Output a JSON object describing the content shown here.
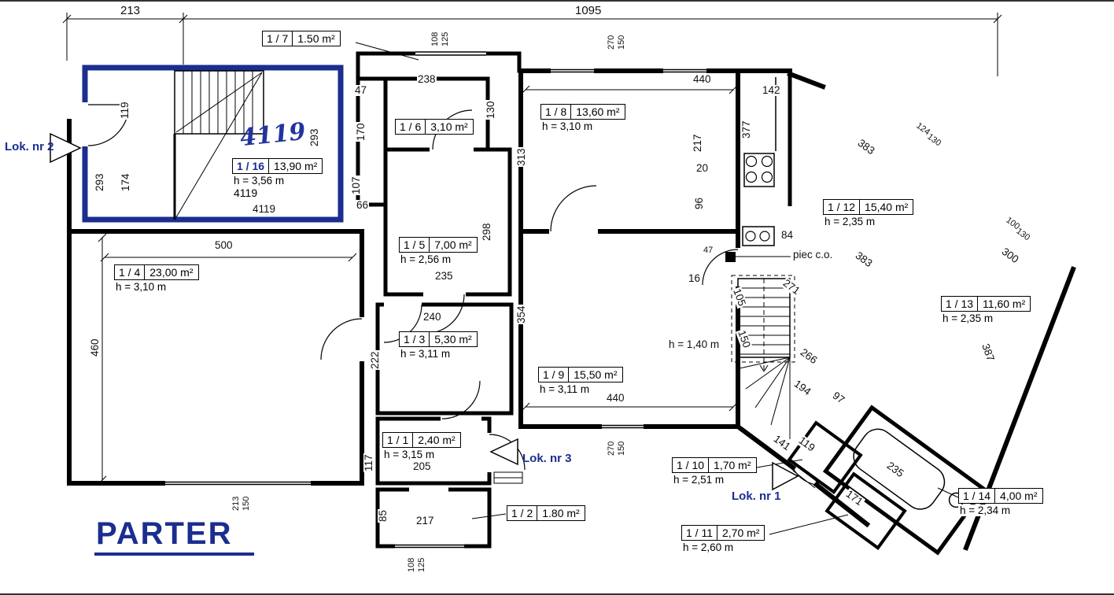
{
  "title": "PARTER",
  "palette": {
    "accent_blue": "#1b2d8f",
    "ink": "#000000"
  },
  "rooms": [
    {
      "key": "r7",
      "id": "1 / 7",
      "area": "1.50 m²",
      "height": ""
    },
    {
      "key": "r6",
      "id": "1 / 6",
      "area": "3,10 m²",
      "height": ""
    },
    {
      "key": "r8",
      "id": "1 / 8",
      "area": "13,60 m²",
      "height": "h = 3,10 m"
    },
    {
      "key": "r16",
      "id": "1 / 16",
      "area": "13,90 m²",
      "height": "h = 3,56 m",
      "extra": "4119"
    },
    {
      "key": "r4",
      "id": "1 / 4",
      "area": "23,00 m²",
      "height": "h = 3,10 m"
    },
    {
      "key": "r5",
      "id": "1 / 5",
      "area": "7,00 m²",
      "height": "h = 2,56 m"
    },
    {
      "key": "r3",
      "id": "1 / 3",
      "area": "5,30 m²",
      "height": "h = 3,11 m"
    },
    {
      "key": "r9",
      "id": "1 / 9",
      "area": "15,50 m²",
      "height": "h = 3,11 m"
    },
    {
      "key": "r12",
      "id": "1 / 12",
      "area": "15,40 m²",
      "height": "h = 2,35 m"
    },
    {
      "key": "r13",
      "id": "1 / 13",
      "area": "11,60 m²",
      "height": "h = 2,35 m"
    },
    {
      "key": "r1",
      "id": "1 / 1",
      "area": "2,40 m²",
      "height": "h = 3,15 m"
    },
    {
      "key": "r2",
      "id": "1 / 2",
      "area": "1.80 m²",
      "height": ""
    },
    {
      "key": "r10",
      "id": "1 / 10",
      "area": "1,70 m²",
      "height": "h = 2,51 m"
    },
    {
      "key": "r11",
      "id": "1 / 11",
      "area": "2,70 m²",
      "height": "h = 2,60 m"
    },
    {
      "key": "r14",
      "id": "1 / 14",
      "area": "4,00 m²",
      "height": "h = 2,34 m"
    }
  ],
  "annotations": {
    "lok1": "Lok. nr 1",
    "lok2": "Lok. nr 2",
    "lok3": "Lok. nr 3",
    "piec": "piec c.o.",
    "stair_h": "h = 1,40 m",
    "hand_note": "4119"
  },
  "dims": {
    "top_w1": "213",
    "top_w2": "1095",
    "v119": "119",
    "v293a": "293",
    "v293b": "293",
    "v174": "174",
    "b4119": "4119",
    "h238": "238",
    "v130a": "130",
    "h47a": "47",
    "v170": "170",
    "v107": "107",
    "h66": "66",
    "v298": "298",
    "h235": "235",
    "h240": "240",
    "v222": "222",
    "h500": "500",
    "v460": "460",
    "v313": "313",
    "v354": "354",
    "h440a": "440",
    "v217a": "217",
    "h20": "20",
    "v96": "96",
    "h142": "142",
    "v377": "377",
    "d383a": "383",
    "d124": "124",
    "d130b": "130",
    "d383b": "383",
    "d100": "100",
    "d130c": "130",
    "d300": "300",
    "d387": "387",
    "h84": "84",
    "h47b": "47",
    "h16": "16",
    "d105": "105",
    "d271": "271",
    "v150s": "150",
    "d266": "266",
    "d194": "194",
    "d97": "97",
    "d141": "141",
    "d119b": "119",
    "d235b": "235",
    "d171": "171",
    "h440b": "440",
    "w108a": "108",
    "w125a": "125",
    "w270a": "270",
    "w150a": "150",
    "w270b": "270",
    "w150b": "150",
    "w213b": "213",
    "w150c": "150",
    "w108b": "108",
    "w125b": "125",
    "h205": "205",
    "v117": "117",
    "v85": "85",
    "h217b": "217"
  }
}
